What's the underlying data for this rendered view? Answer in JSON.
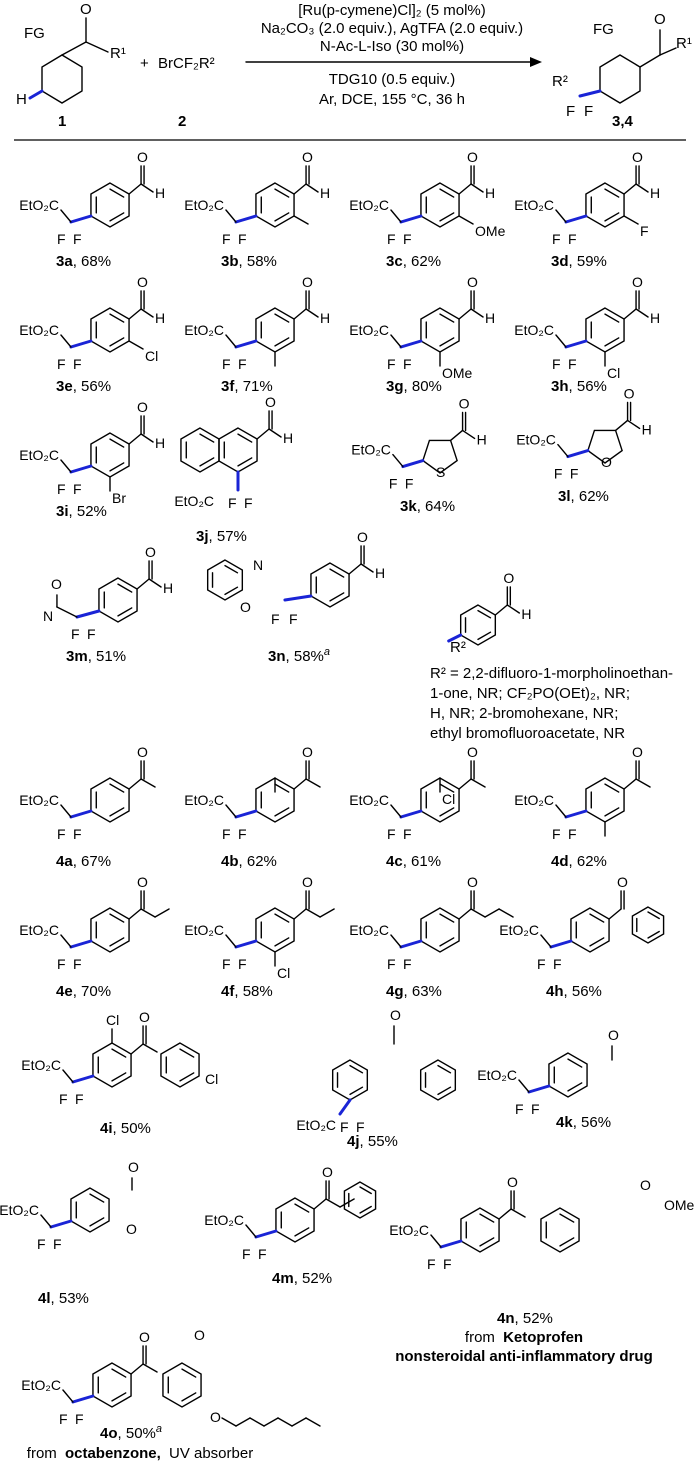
{
  "colors": {
    "new_bond": "#1a24d6",
    "ink": "#000000",
    "background": "#ffffff"
  },
  "reaction": {
    "reagent_1_label": "1",
    "reagent_2_formula": "BrCF₂R²",
    "reagent_2_label": "2",
    "plus": "+",
    "fg": "FG",
    "h": "H",
    "r1": "R¹",
    "r2": "R²",
    "conditions_above": [
      "[Ru(p-cymene)Cl]₂ (5 mol%)",
      "Na₂CO₃ (2.0 equiv.), AgTFA (2.0 equiv.)",
      "N-Ac-L-Iso (30 mol%)"
    ],
    "conditions_below": [
      "TDG10 (0.5 equiv.)",
      "Ar, DCE, 155 °C, 36 h"
    ],
    "product_label": "3,4"
  },
  "compounds": [
    {
      "id": "3a",
      "yield": "68%"
    },
    {
      "id": "3b",
      "yield": "58%"
    },
    {
      "id": "3c",
      "yield": "62%"
    },
    {
      "id": "3d",
      "yield": "59%"
    },
    {
      "id": "3e",
      "yield": "56%"
    },
    {
      "id": "3f",
      "yield": "71%"
    },
    {
      "id": "3g",
      "yield": "80%"
    },
    {
      "id": "3h",
      "yield": "56%"
    },
    {
      "id": "3i",
      "yield": "52%"
    },
    {
      "id": "3j",
      "yield": "57%"
    },
    {
      "id": "3k",
      "yield": "64%"
    },
    {
      "id": "3l",
      "yield": "62%"
    },
    {
      "id": "3m",
      "yield": "51%"
    },
    {
      "id": "3n",
      "yield": "58%",
      "footnote": "a"
    },
    {
      "id": "4a",
      "yield": "67%"
    },
    {
      "id": "4b",
      "yield": "62%"
    },
    {
      "id": "4c",
      "yield": "61%"
    },
    {
      "id": "4d",
      "yield": "62%"
    },
    {
      "id": "4e",
      "yield": "70%"
    },
    {
      "id": "4f",
      "yield": "58%"
    },
    {
      "id": "4g",
      "yield": "63%"
    },
    {
      "id": "4h",
      "yield": "56%"
    },
    {
      "id": "4i",
      "yield": "50%"
    },
    {
      "id": "4j",
      "yield": "55%"
    },
    {
      "id": "4k",
      "yield": "56%"
    },
    {
      "id": "4l",
      "yield": "53%"
    },
    {
      "id": "4m",
      "yield": "52%"
    },
    {
      "id": "4n",
      "yield": "52%"
    },
    {
      "id": "4o",
      "yield": "50%",
      "footnote": "a"
    }
  ],
  "atoms": {
    "ester": "EtO₂C",
    "f": "F",
    "h": "H",
    "o": "O",
    "s": "S",
    "n": "N",
    "me": "OMe",
    "methyl_ester": "OMe",
    "cl": "Cl",
    "br": "Br"
  },
  "nr_note": {
    "r2": "R²",
    "lines": [
      "R² = 2,2-difluoro-1-morpholinoethan-",
      "1-one, NR; CF₂PO(OEt)₂, NR;",
      "H, NR; 2-bromohexane, NR;",
      "ethyl bromofluoroacetate, NR"
    ]
  },
  "drug_notes": {
    "n_from": "from",
    "n_name": "Ketoprofen",
    "n_class": "nonsteroidal anti-inflammatory drug",
    "o_from": "from",
    "o_name": "octabenzone,",
    "o_class": "UV absorber"
  }
}
